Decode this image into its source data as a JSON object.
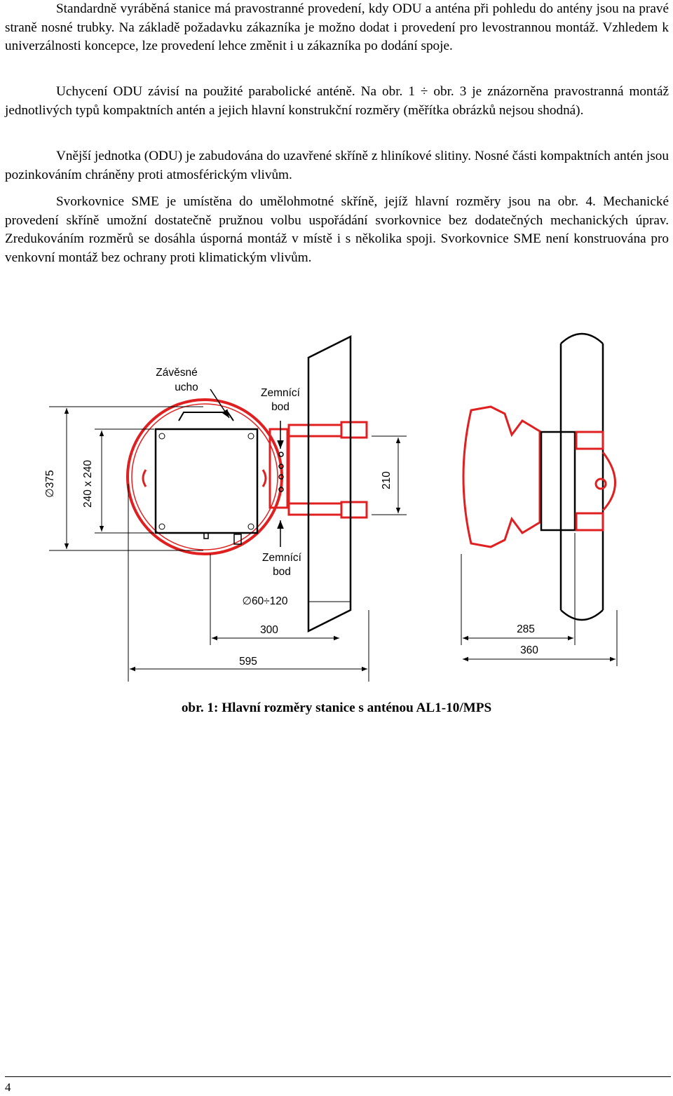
{
  "paragraphs": [
    "Standardně vyráběná stanice má pravostranné provedení, kdy ODU a anténa při pohledu do antény jsou na pravé straně nosné trubky. Na základě požadavku zákazníka je možno dodat i provedení pro levostrannou montáž. Vzhledem k univerzálnosti koncepce, lze provedení lehce změnit i u zákazníka po dodání spoje.",
    "Uchycení ODU závisí na použité parabolické anténě. Na obr. 1 ÷ obr. 3 je znázorněna pravostranná montáž jednotlivých typů kompaktních antén a jejich hlavní konstrukční rozměry (měřítka obrázků nejsou shodná).",
    "Vnější jednotka (ODU) je zabudována do uzavřené skříně z hliníkové slitiny. Nosné části kompaktních antén jsou pozinkováním chráněny proti atmosférickým vlivům.",
    "Svorkovnice SME je umístěna do umělohmotné skříně, jejíž hlavní rozměry jsou na obr. 4. Mechanické provedení skříně umožní dostatečně pružnou volbu uspořádání svorkovnice bez dodatečných mechanických úprav. Zredukováním rozměrů se dosáhla úsporná montáž v místě i s několika spoji. Svorkovnice SME není konstruována pro venkovní montáž bez ochrany proti klimatickým vlivům."
  ],
  "figure": {
    "labels": {
      "zavesne_1": "Závěsné",
      "zavesne_2": "ucho",
      "zemnici_top_1": "Zemnící",
      "zemnici_top_2": "bod",
      "zemnici_bot_1": "Zemnící",
      "zemnici_bot_2": "bod",
      "dim_375": "∅375",
      "dim_240": "240 x 240",
      "dim_210": "210",
      "dim_60_120": "∅60÷120",
      "dim_300": "300",
      "dim_595": "595",
      "dim_285": "285",
      "dim_360": "360"
    },
    "colors": {
      "housing": "#e02020",
      "line": "#000000"
    }
  },
  "caption": "obr. 1: Hlavní rozměry stanice s anténou AL1-10/MPS",
  "page_number": "4"
}
